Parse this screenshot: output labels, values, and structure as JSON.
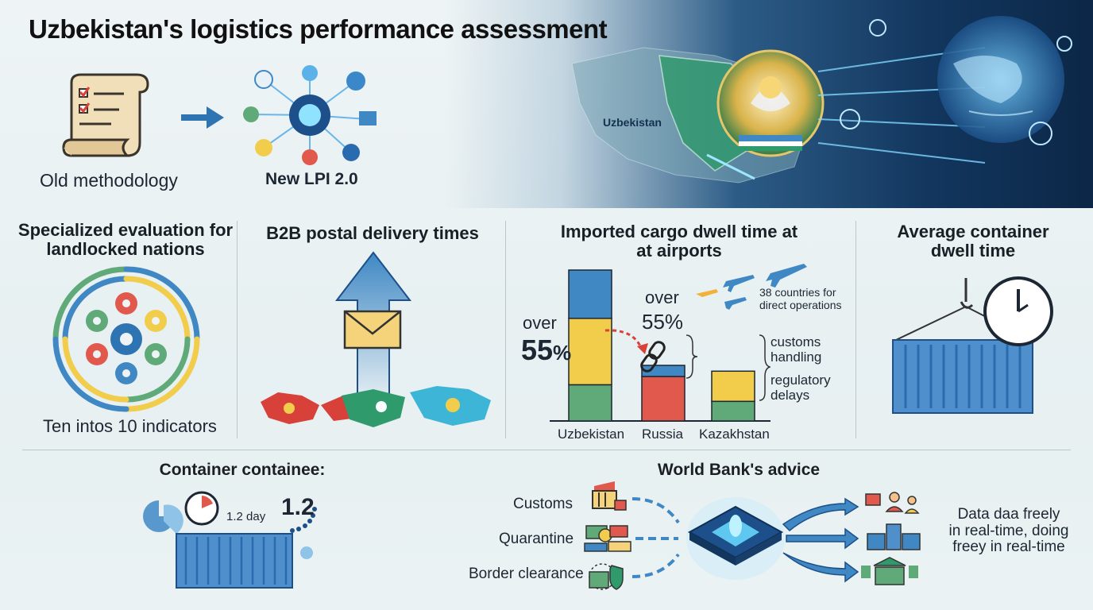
{
  "title": "Uzbekistan's logistics performance assessment",
  "header": {
    "old_label": "Old methodology",
    "new_label": "New LPI 2.0",
    "map_label": "Uzbekistan"
  },
  "panels": {
    "landlocked": {
      "title_line1": "Specialized evaluation for",
      "title_line2": "landlocked nations",
      "caption": "Ten intos 10 indicators"
    },
    "postal": {
      "title": "B2B postal delivery times"
    },
    "cargo": {
      "title_line1": "Imported cargo dwell time at",
      "title_line2": "at airports",
      "note_line1": "38 countries for",
      "note_line2": "direct operations",
      "uz_over": "over",
      "uz_value": "55",
      "uz_pct": "%",
      "ru_over": "over",
      "ru_value": "55%",
      "bracket1_line1": "customs",
      "bracket1_line2": "handling",
      "bracket2_line1": "regulatory",
      "bracket2_line2": "delays"
    },
    "container": {
      "title_line1": "Average container",
      "title_line2": "dwell time"
    }
  },
  "bottom": {
    "container_title": "Container containee:",
    "day_label": "1.2 day",
    "big_value": "1.2",
    "advice_title": "World Bank's advice",
    "inputs": [
      "Customs",
      "Quarantine",
      "Border clearance"
    ],
    "result_line1": "Data daa freely",
    "result_line2": "in real-time, doing",
    "result_line3": "freey in real-time"
  },
  "chart_data": {
    "type": "bar",
    "categories": [
      "Uzbekistan",
      "Russia",
      "Kazakhstan"
    ],
    "stack_colors": [
      "#5faa78",
      "#f2cd4b",
      "#3f88c4"
    ],
    "russia_colors": [
      "#e0594c",
      "#3f88c4"
    ],
    "series": [
      {
        "values": [
          24,
          0,
          13
        ]
      },
      {
        "values": [
          44,
          0,
          20
        ]
      },
      {
        "values": [
          32,
          0,
          0
        ]
      }
    ],
    "ylim": [
      0,
      100
    ]
  },
  "colors": {
    "accent_blue": "#3f88c4",
    "yellow": "#f2cd4b",
    "green": "#5faa78",
    "red": "#e0594c",
    "dark_navy": "#12365e"
  }
}
